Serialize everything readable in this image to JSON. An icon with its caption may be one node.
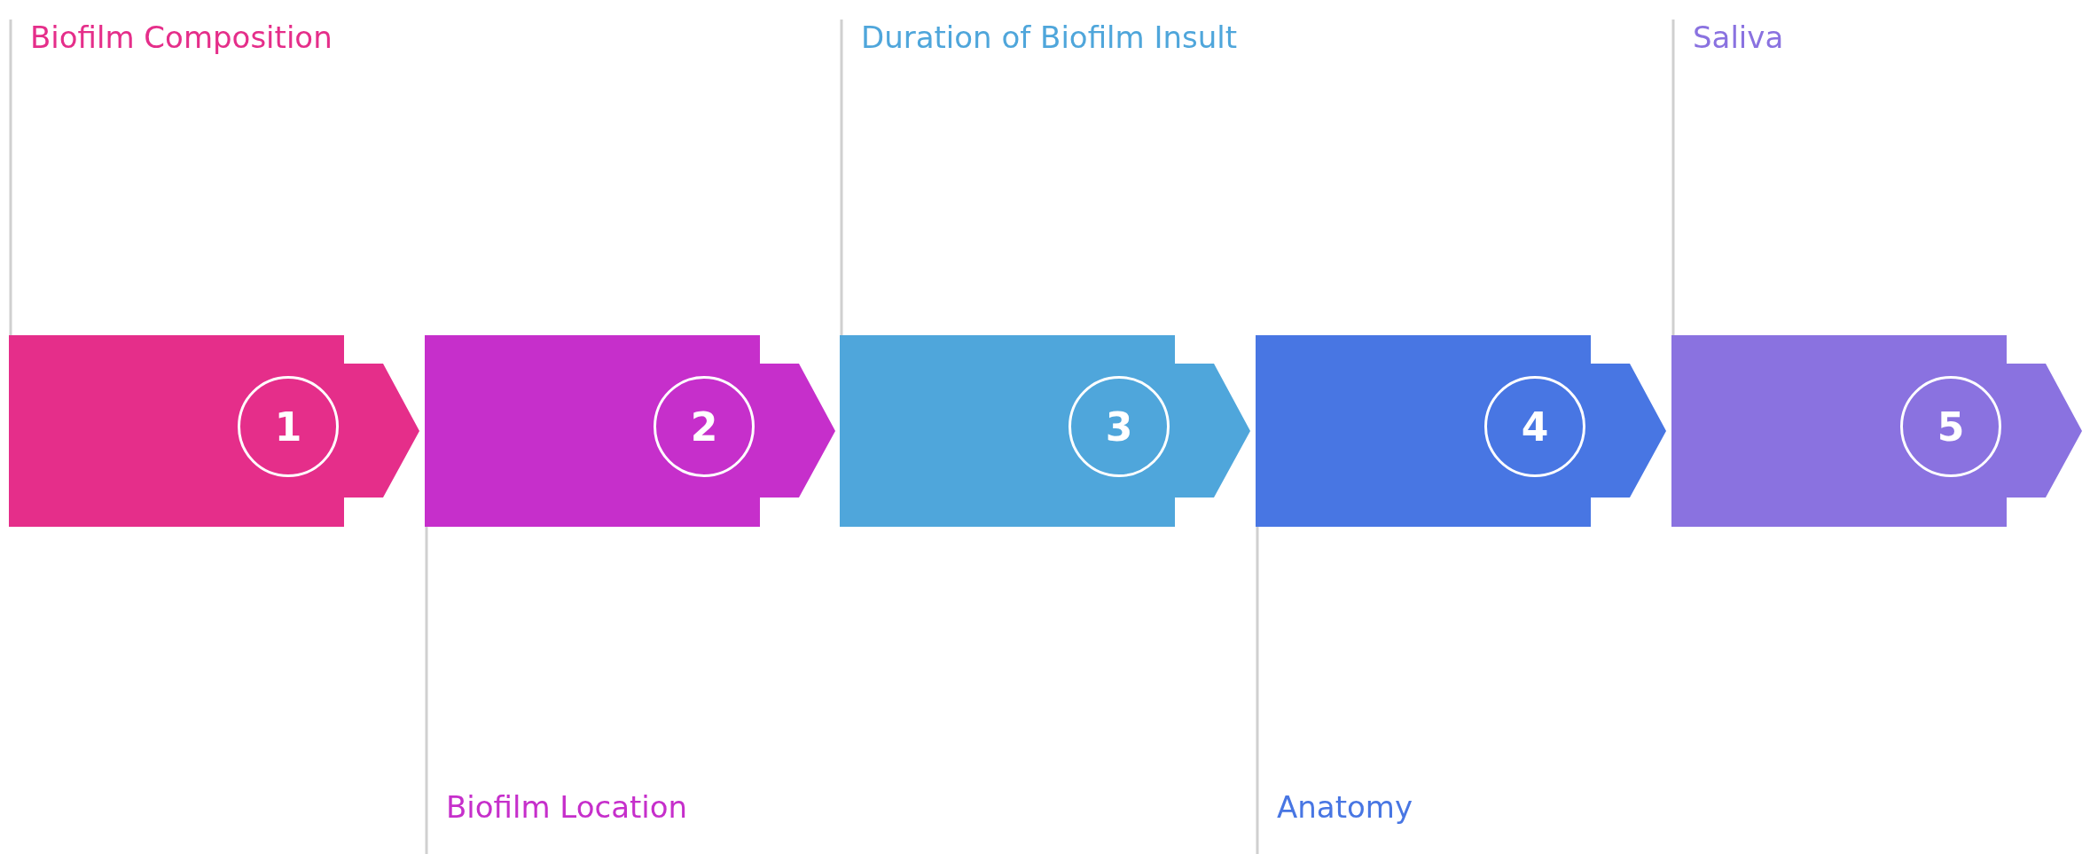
{
  "diagram": {
    "nodes": [
      {
        "text": [
          "1"
        ]
      },
      {
        "text": [
          "2"
        ]
      },
      {
        "text": [
          "3"
        ]
      },
      {
        "text": [
          "4"
        ]
      },
      {
        "text": [
          "5"
        ]
      },
      {
        "text": [
          "Biofilm Composition"
        ]
      },
      {
        "text": [
          "Biofilm Location"
        ]
      },
      {
        "text": [
          "Duration of Biofilm Insult"
        ]
      },
      {
        "text": [
          "Anatomy"
        ]
      },
      {
        "text": [
          "Saliva"
        ]
      }
    ],
    "edges": [
      {
        "from": 5,
        "to": 0,
        "arrow": "none"
      },
      {
        "from": 6,
        "to": 1,
        "arrow": "none"
      },
      {
        "from": 7,
        "to": 2,
        "arrow": "none"
      },
      {
        "from": 8,
        "to": 3,
        "arrow": "none"
      },
      {
        "from": 9,
        "to": 4,
        "arrow": "none"
      }
    ]
  }
}
